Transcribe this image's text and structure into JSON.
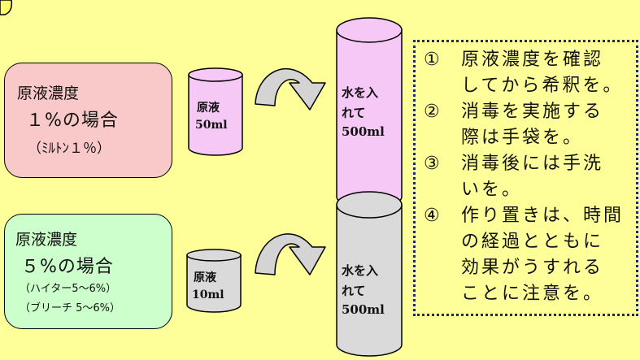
{
  "colors": {
    "background": "#FFFF99",
    "box_pink": "#F9C8C8",
    "box_green": "#CCFFCC",
    "cylinder_pink": "#F6C8F6",
    "cylinder_gray": "#DADADA",
    "arrow": "#D4D4D4"
  },
  "case1": {
    "title": "原液濃度",
    "subtitle": "１%の場合",
    "note": "（ﾐﾙﾄﾝ１％）",
    "stock_label": "原液",
    "stock_amount": "50ml",
    "water_label_1": "水を入",
    "water_label_2": "れて",
    "water_amount": "500ml"
  },
  "case2": {
    "title": "原液濃度",
    "subtitle": "５%の場合",
    "note1": "（ハイター5～6%）",
    "note2": "（ブリーチ 5～6%）",
    "stock_label": "原液",
    "stock_amount": "10ml",
    "water_label_1": "水を入",
    "water_label_2": "れて",
    "water_amount": "500ml"
  },
  "notes": [
    {
      "num": "①",
      "line1": "原液濃度を確認",
      "line2": "してから希釈を。"
    },
    {
      "num": "②",
      "line1": "消毒を実施する",
      "line2": "際は手袋を。"
    },
    {
      "num": "③",
      "line1": "消毒後には手洗",
      "line2": "いを。"
    },
    {
      "num": "④",
      "line1": "作り置きは、時間",
      "line2": "の経過とともに",
      "line3": "効果がうすれる",
      "line4": "ことに注意を。"
    }
  ]
}
